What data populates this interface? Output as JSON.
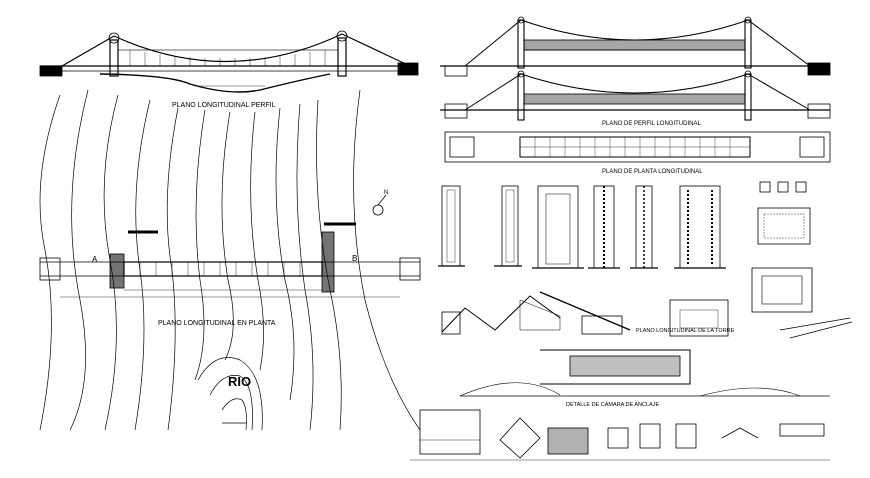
{
  "left_panel": {
    "title_profile": "PLANO LONGITUDINAL PERFIL",
    "title_plan": "PLANO LONGITUDINAL EN PLANTA",
    "river_label": "RIO",
    "abutment_a": "A",
    "abutment_b": "B",
    "north_label": "N"
  },
  "right_panel": {
    "title_profile": "PLANO DE PERFIL LONGITUDINAL",
    "title_plan": "PLANO DE PLANTA LONGITUDINAL",
    "title_tower_detail": "PLANO LONGITUDINAL DE LA TORRE",
    "title_anchor_detail": "DETALLE DE CAMARA DE ANCLAJE"
  },
  "colors": {
    "line": "#000000",
    "background": "#ffffff"
  }
}
